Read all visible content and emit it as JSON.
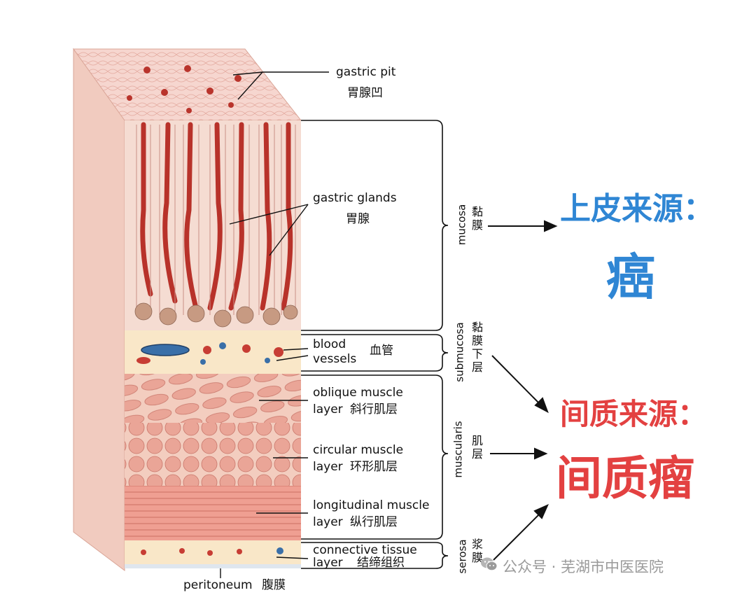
{
  "labels": {
    "gastric_pit_en": "gastric pit",
    "gastric_pit_zh": "胃腺凹",
    "gastric_glands_en": "gastric glands",
    "gastric_glands_zh": "胃腺",
    "blood_vessels_en_1": "blood",
    "blood_vessels_en_2": "vessels",
    "blood_vessels_zh": "血管",
    "oblique_en": "oblique muscle",
    "oblique_layer": "layer",
    "oblique_zh": "斜行肌层",
    "circular_en": "circular muscle",
    "circular_layer": "layer",
    "circular_zh": "环形肌层",
    "longitudinal_en": "longitudinal muscle",
    "longitudinal_layer": "layer",
    "longitudinal_zh": "纵行肌层",
    "connective_en": "connective tissue",
    "connective_layer": "layer",
    "connective_zh": "结缔组织",
    "peritoneum": "peritoneum",
    "peritoneum_zh": "腹膜"
  },
  "layers": {
    "mucosa_en": "mucosa",
    "mucosa_zh": "黏膜",
    "submucosa_en": "submucosa",
    "submucosa_zh": "黏膜下层",
    "muscularis_en": "muscularis",
    "muscularis_zh": "肌层",
    "serosa_en": "serosa",
    "serosa_zh": "浆膜"
  },
  "origins": {
    "epithelial_title": "上皮来源：",
    "epithelial_tumor": "癌",
    "stromal_title": "间质来源：",
    "stromal_tumor": "间质瘤"
  },
  "watermark": {
    "icon": "wechat-icon",
    "text": "公众号 · 芜湖市中医医院"
  },
  "colors": {
    "blue": "#2f86d4",
    "red": "#e34141"
  }
}
